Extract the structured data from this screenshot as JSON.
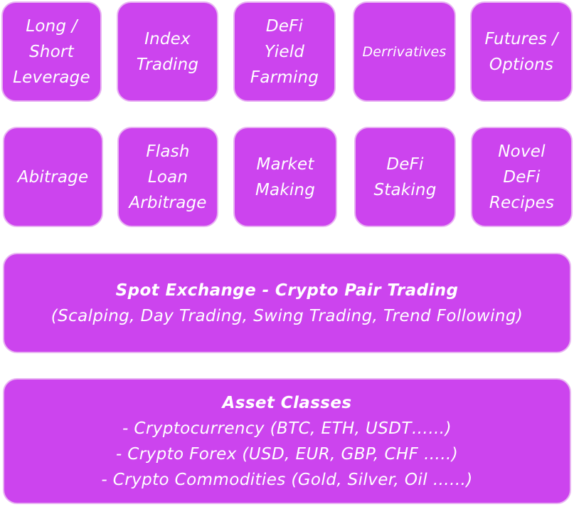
{
  "colors": {
    "box_fill": "#cc44ee",
    "box_border": "#e8b3f2",
    "text": "#ffffff"
  },
  "row1": [
    {
      "lines": [
        "Long /",
        "Short",
        "Leverage"
      ]
    },
    {
      "lines": [
        "Index",
        "Trading"
      ]
    },
    {
      "lines": [
        "DeFi",
        "Yield",
        "Farming"
      ]
    },
    {
      "lines": [
        "Derrivatives"
      ]
    },
    {
      "lines": [
        "Futures /",
        "Options"
      ]
    }
  ],
  "row2": [
    {
      "lines": [
        "Abitrage"
      ]
    },
    {
      "lines": [
        "Flash",
        "Loan",
        "Arbitrage"
      ]
    },
    {
      "lines": [
        "Market",
        "Making"
      ]
    },
    {
      "lines": [
        "DeFi",
        "Staking"
      ]
    },
    {
      "lines": [
        "Novel",
        "DeFi",
        "Recipes"
      ]
    }
  ],
  "spot_exchange": {
    "title": "Spot Exchange - Crypto Pair Trading",
    "subtitle": "(Scalping, Day Trading, Swing Trading, Trend Following)"
  },
  "asset_classes": {
    "title": "Asset Classes",
    "items": [
      "- Cryptocurrency (BTC, ETH, USDT……)",
      "- Crypto Forex (USD, EUR, GBP, CHF …..)",
      "- Crypto Commodities (Gold, Silver, Oil …...)"
    ]
  }
}
